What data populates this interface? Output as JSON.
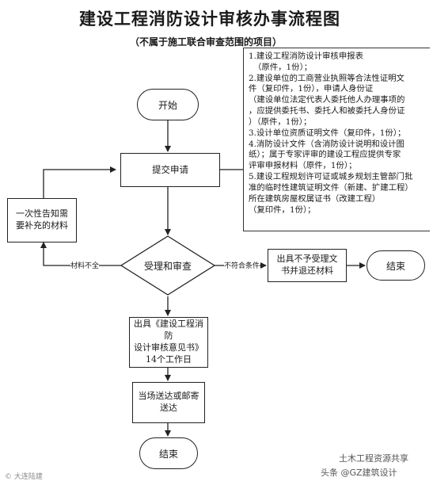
{
  "header": {
    "title": "建设工程消防设计审核办事流程图",
    "subtitle": "（不属于施工联合审查范围的项目）"
  },
  "nodes": {
    "start": "开始",
    "submit": "提交申请",
    "supplement_lines": [
      "一次性告知需",
      "要补充的材料"
    ],
    "accept_review": "受理和审查",
    "reject_lines": [
      "出具不予受理文",
      "书并退还材料"
    ],
    "end_right": "结束",
    "opinion_lines": [
      "出具《建设工程消防",
      "设计审核意见书》",
      "14个工作日"
    ],
    "deliver_lines": [
      "当场送达或邮寄",
      "送达"
    ],
    "end_bottom": "结束"
  },
  "edge_labels": {
    "incomplete": "材料不全",
    "not_compliant": "不符合条件"
  },
  "requirements_note": [
    "1.建设工程消防设计审核申报表",
    "（原件，1份）；",
    "2.建设单位的工商营业执照等合法性证明文",
    "件（复印件，1份），申请人身份证",
    "（建设单位法定代表人委托他人办理事项的",
    "，应提供委托书、委托人和被委托人身份证",
    "）（原件，1份）；",
    "3.设计单位资质证明文件（复印件，1份）；",
    "4.消防设计文件（含消防设计说明和设计图",
    "纸）；属于专家评审的建设工程应提供专家",
    "评审申报材料（原件，1份）；",
    "5.建设工程规划许可证或城乡规划主管部门批",
    "准的临时性建筑证明文件（新建、扩建工程）",
    "所在建筑房屋权属证书（改建工程）",
    "（复印件，1份）；"
  ],
  "watermarks": {
    "bottom_left": "© 大连陆建",
    "bottom_right_line1": "土木工程资源共享",
    "bottom_right_line2": "头条 @GZ建筑设计"
  }
}
